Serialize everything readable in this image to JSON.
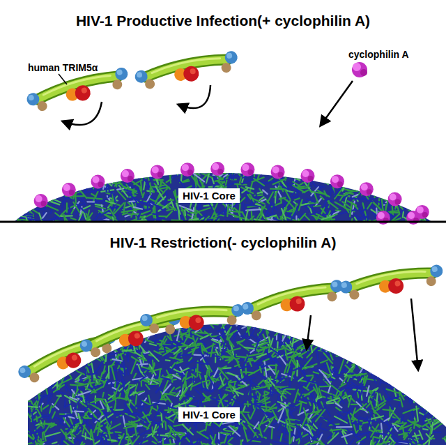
{
  "diagram": {
    "nodes": [
      {
        "text": [
          "HIV-1 Core"
        ]
      },
      {
        "text": [
          "HIV-1 Core"
        ]
      }
    ],
    "labels": [
      "HIV-1 Productive Infection(+ cyclophilin A)",
      "human TRIM5α",
      "cyclophilin A",
      "HIV-1 Restriction(- cyclophilin A)"
    ]
  }
}
